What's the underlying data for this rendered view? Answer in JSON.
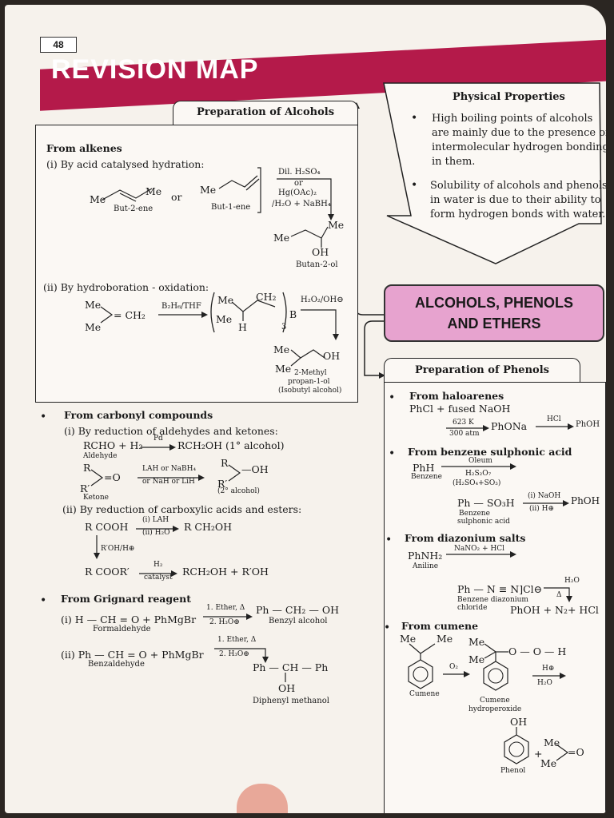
{
  "page_number": "48",
  "title": "REVISION MAP",
  "hub": {
    "line1": "ALCOHOLS, PHENOLS",
    "line2": "AND ETHERS"
  },
  "physical": {
    "heading": "Physical Properties",
    "p1": [
      "High boiling points of alcohols",
      "are mainly due to the presence of",
      "intermolecular hydrogen bonding",
      "in them."
    ],
    "p2": [
      "Solubility of alcohols and phenols",
      "in water is due to their ability to",
      "form hydrogen bonds with water."
    ]
  },
  "alcohols": {
    "heading": "Preparation of Alcohols",
    "alkenes": "From alkenes",
    "i": "(i)  By acid catalysed hydration:",
    "but2ene": "But-2-ene",
    "or": "or",
    "but1ene": "But-1-ene",
    "reag1": "Dil. H₂SO₄",
    "reag_or": "or",
    "reag2": "Hg(OAc)₂",
    "reag3": "/H₂O + NaBH₄",
    "me": "Me",
    "oh": "OH",
    "butan2ol": "Butan-2-ol",
    "ii": "(ii)  By hydroboration - oxidation:",
    "b2h6": "B₂H₆/THF",
    "ch2": "= CH₂",
    "boron": "B",
    "h": "H",
    "three": "3",
    "h2o2": "H₂O₂/OH⊖",
    "mp1": "2-Methyl",
    "mp2": "propan-1-ol",
    "mp3": "(Isobutyl alcohol)",
    "carbonyl": "From carbonyl compounds",
    "ci": "(i)  By reduction of aldehydes and ketones:",
    "rcho": "RCHO + H₂",
    "pd": "Pd",
    "rch2oh": "RCH₂OH (1° alcohol)",
    "aldehyde": "Aldehyde",
    "r": "R",
    "rp": "R′",
    "eqo": "=O",
    "lah": "LAH or NaBH₄",
    "nah": "or NaH or LiH",
    "ohr": "—OH",
    "ketone": "Ketone",
    "sec": "(2° alcohol)",
    "cii": "(ii)  By reduction of carboxylic acids and esters:",
    "rcooh": "R COOH",
    "lah2": "(i) LAH",
    "h2o": "(ii) H₂O",
    "rch2oh2": "R CH₂OH",
    "roh": "R′OH/H⊕",
    "rcoor": "R COOR′",
    "h2": "H₂",
    "cat": "catalyst",
    "prod": "RCH₂OH + R′OH",
    "grignard": "From Grignard reagent",
    "gi": "(i)   H — CH = O + PhMgBr",
    "g_reag": "1. Ether, Δ",
    "g_reag2": "2. H₃O⊕",
    "g_prod": "Ph — CH₂ — OH",
    "formal": "Formaldehyde",
    "benzylalc": "Benzyl alcohol",
    "gii": "(ii)  Ph — CH = O + PhMgBr",
    "benzald": "Benzaldehyde",
    "g_prod2": "Ph — CH — Ph",
    "g_oh": "OH",
    "diphenyl": "Diphenyl methanol"
  },
  "phenols": {
    "heading": "Preparation of Phenols",
    "haloarenes": "From haloarenes",
    "phcl": "PhCl + fused NaOH",
    "k623": "623 K",
    "atm": "300 atm",
    "phona": "PhONa",
    "hcl": "HCl",
    "phoh": "PhOH",
    "sulph": "From benzene sulphonic acid",
    "phh": "PhH",
    "benzene": "Benzene",
    "oleum": "Oleum",
    "h2s2o7": "H₂S₂O₇",
    "h2so4": "(H₂SO₄+SO₃)",
    "so3h": "Ph — SO₃H",
    "bsa1": "Benzene",
    "bsa2": "sulphonic acid",
    "naoh": "(i) NaOH",
    "hplus": "(ii) H⊕",
    "phoh2": "PhOH",
    "diazo": "From diazonium salts",
    "phnh2": "PhNH₂",
    "aniline": "Aniline",
    "nano2": "NaNO₂ + HCl",
    "diaz": "Ph — N ≡ N]Cl⊖",
    "bd1": "Benzene diazonium",
    "bd2": "chloride",
    "h2o_d": "H₂O",
    "delta": "Δ",
    "dprod": "PhOH + N₂+ HCl",
    "cumene": "From cumene",
    "cumene_lbl": "Cumene",
    "o2": "O₂",
    "ooh": "O — O — H",
    "cumhp1": "Cumene",
    "cumhp2": "hydroperoxide",
    "hplus2": "H⊕",
    "h2o2": "H₂O",
    "oh": "OH",
    "phenol": "Phenol",
    "plus": "+",
    "acetone": "=O"
  }
}
